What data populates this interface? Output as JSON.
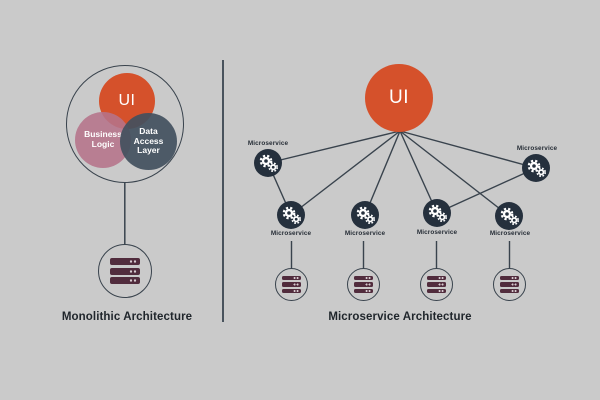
{
  "colors": {
    "background": "#cacaca",
    "accent-orange": "#d5512b",
    "accent-pink": "#b5738a",
    "accent-slate": "#42505e",
    "node-navy": "#25303d",
    "server-maroon": "#512c3d",
    "line-dark": "#39434d",
    "text-dark": "#1f252b",
    "text-light": "#ffffff"
  },
  "monolithic": {
    "title": "Monolithic Architecture",
    "ui_label": "UI",
    "business_logic_label": "Business Logic",
    "data_access_label": "Data Access Layer",
    "database_count": 1
  },
  "microservices": {
    "title": "Microservice Architecture",
    "ui_label": "UI",
    "node_label": "Microservice",
    "node_count": 6,
    "database_count": 4
  },
  "icons": {
    "gear": "two white cogs inside dark circle",
    "server": "three maroon server bars with two indicator dots each"
  },
  "diagram": {
    "divider": "vertical rule separating monolithic (left) and microservice (right) panels",
    "left_structure": [
      "UI",
      "Business Logic",
      "Data Access Layer"
    ],
    "right_edges": [
      "UI - Microservice top-left",
      "UI - Microservice bottom-1",
      "UI - Microservice bottom-2",
      "UI - Microservice bottom-3",
      "UI - Microservice bottom-4",
      "UI - Microservice top-right",
      "Microservice top-left - Microservice bottom-1",
      "Microservice top-right - Microservice bottom-3",
      "Microservice bottom-1 - database-1",
      "Microservice bottom-2 - database-2",
      "Microservice bottom-3 - database-3",
      "Microservice bottom-4 - database-4"
    ]
  }
}
